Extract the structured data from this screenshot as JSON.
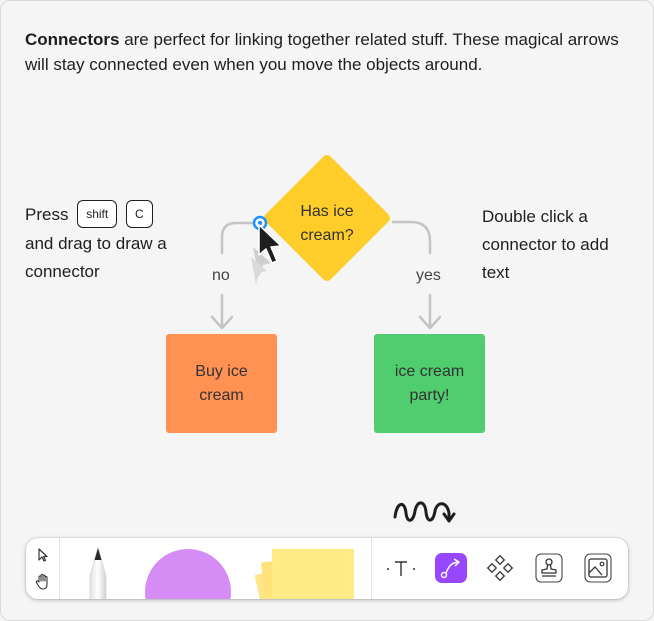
{
  "intro": {
    "bold": "Connectors",
    "text": " are perfect for linking together related stuff. These magical arrows will stay connected even when you move the objects around."
  },
  "left_note": {
    "press": "Press",
    "key_shift": "shift",
    "key_c": "C",
    "rest": "and drag to draw a connector"
  },
  "right_note": {
    "text": "Double click a connector to add text"
  },
  "flowchart": {
    "decision": "Has ice cream?",
    "label_no": "no",
    "label_yes": "yes",
    "node_left": "Buy ice cream",
    "node_right": "ice cream party!"
  },
  "colors": {
    "decision": "#ffcd29",
    "node_left": "#ff9153",
    "node_right": "#4fcd6f",
    "connector": "#c4c4c4",
    "accent": "#9747ff",
    "handle": "#1e90ff"
  },
  "toolbar": {
    "tools": [
      {
        "name": "move-tool",
        "icon": "pointer-icon"
      },
      {
        "name": "hand-tool",
        "icon": "hand-icon"
      },
      {
        "name": "pencil-tool",
        "icon": "pencil-icon"
      },
      {
        "name": "shape-tool",
        "icon": "circle-shape-icon"
      },
      {
        "name": "sticky-tool",
        "icon": "sticky-note-icon"
      },
      {
        "name": "text-tool",
        "icon": "text-icon"
      },
      {
        "name": "connector-tool",
        "icon": "connector-icon",
        "active": true
      },
      {
        "name": "component-tool",
        "icon": "component-icon"
      },
      {
        "name": "stamp-tool",
        "icon": "stamp-icon"
      },
      {
        "name": "image-tool",
        "icon": "image-icon"
      }
    ]
  }
}
